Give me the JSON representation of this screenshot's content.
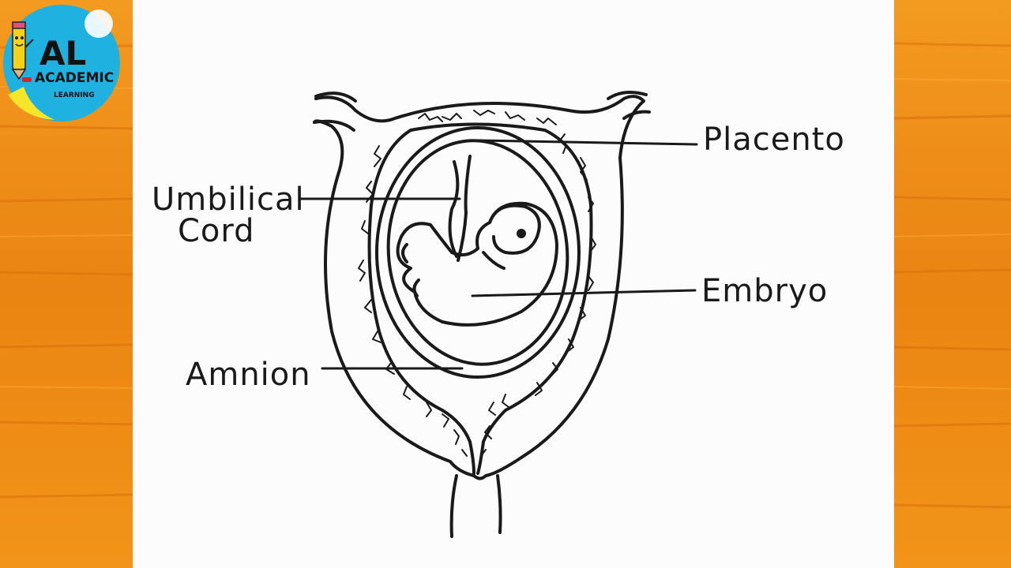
{
  "logo": {
    "initials": "AL",
    "name": "ACADEMIC",
    "tagline": "LEARNING"
  },
  "labels": {
    "placenta": "Placento",
    "umbilical_line1": "Umbilical",
    "umbilical_line2": "Cord",
    "embryo": "Embryo",
    "amnion": "Amnion"
  },
  "colors": {
    "wood": "#f08a14",
    "paper": "#fcfcfc",
    "ink": "#1a1a1a",
    "logo_blue": "#1fb1e0",
    "logo_yellow": "#f5e62a"
  }
}
